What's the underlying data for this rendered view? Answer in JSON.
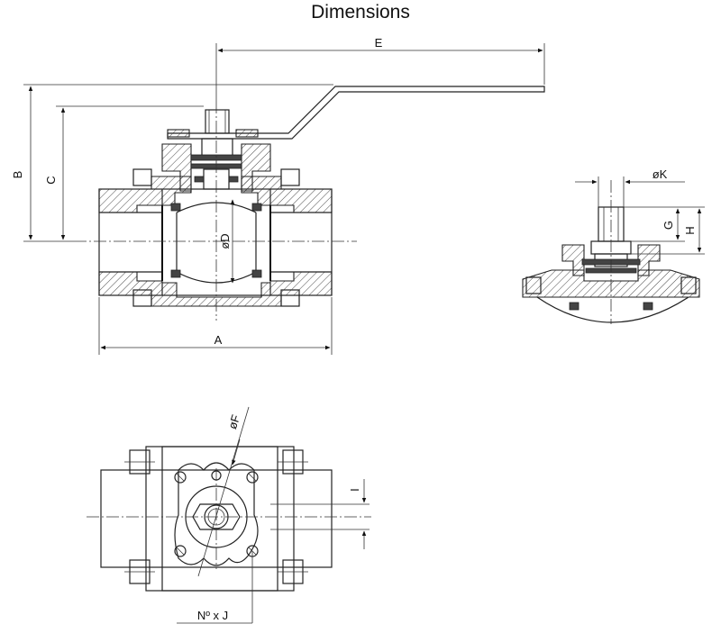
{
  "title": "Dimensions",
  "labels": {
    "A": "A",
    "B": "B",
    "C": "C",
    "D": "øD",
    "E": "E",
    "F": "øF",
    "G": "G",
    "H": "H",
    "I": "I",
    "K": "øK",
    "nxj": "Nº  x  J"
  }
}
